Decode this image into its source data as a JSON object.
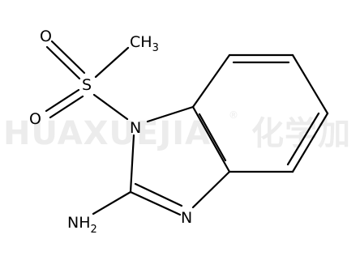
{
  "molecule": {
    "atoms": {
      "o_top": "O",
      "o_bottom": "O",
      "s": "S",
      "ch3_main": "CH",
      "ch3_sub": "3",
      "n1": "N",
      "n3": "N",
      "nh2_main": "NH",
      "nh2_sub": "2"
    }
  },
  "watermark": {
    "latin": "HUAXUEJIA",
    "registered": "®",
    "chinese": "化学加"
  }
}
